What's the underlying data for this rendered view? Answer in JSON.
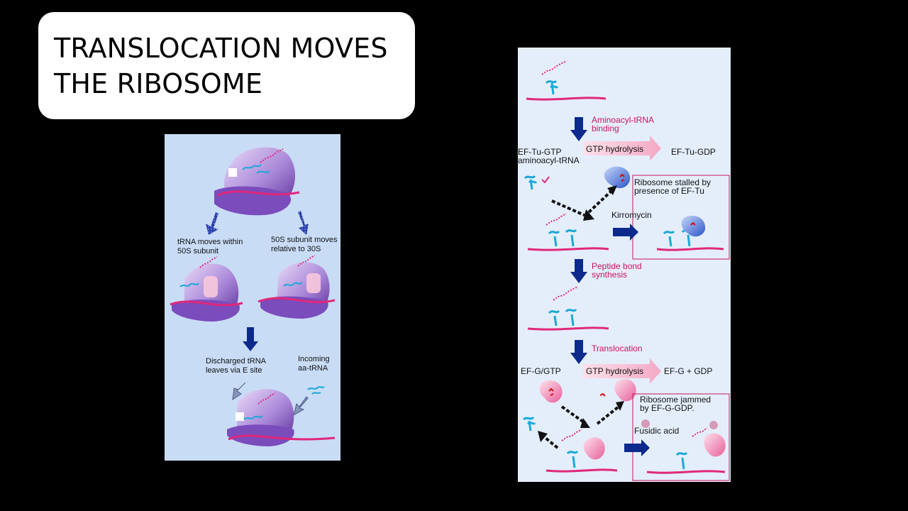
{
  "slide": {
    "title_line1": "TRANSLOCATION MOVES",
    "title_line2": "THE RIBOSOME"
  },
  "left_diagram": {
    "label_trna_moves_1": "tRNA moves within",
    "label_trna_moves_2": "50S subunit",
    "label_50s_moves_1": "50S subunit moves",
    "label_50s_moves_2": "relative to 30S",
    "label_discharged_1": "Discharged tRNA",
    "label_discharged_2": "leaves via E site",
    "label_incoming_1": "Incoming",
    "label_incoming_2": "aa-tRNA"
  },
  "right_diagram": {
    "step_aminoacyl_1": "Aminoacyl-tRNA",
    "step_aminoacyl_2": "binding",
    "gtp_hydrolysis_1": "GTP hydrolysis",
    "ef_tu_gtp": "EF-Tu-GTP",
    "aminoacyl_trna": "aminoacyl-tRNA",
    "ef_tu_gdp": "EF-Tu-GDP",
    "stalled_1": "Ribosome stalled by",
    "stalled_2": "presence of EF-Tu",
    "kirromycin": "Kirromycin",
    "step_peptide_1": "Peptide bond",
    "step_peptide_2": "synthesis",
    "step_translocation": "Translocation",
    "ef_g_gtp": "EF-G/GTP",
    "gtp_hydrolysis_2": "GTP hydrolysis",
    "ef_g_gdp": "EF-G + GDP",
    "jammed_1": "Ribosome jammed",
    "jammed_2": "by EF-G-GDP.",
    "fusidic_acid": "Fusidic acid"
  },
  "colors": {
    "background": "#000000",
    "title_box": "#ffffff",
    "left_panel_bg": "#c9dcf6",
    "right_panel_bg": "#e4eefb",
    "ribosome_purple": "#9b6fd0",
    "mrna_pink": "#e0287a",
    "trna_cyan": "#1aa8d8",
    "arrow_navy": "#0b2a8c",
    "label_magenta": "#c8145a",
    "ef_g_pink": "#f28bb2",
    "ef_tu_blue": "#3a6de0"
  }
}
